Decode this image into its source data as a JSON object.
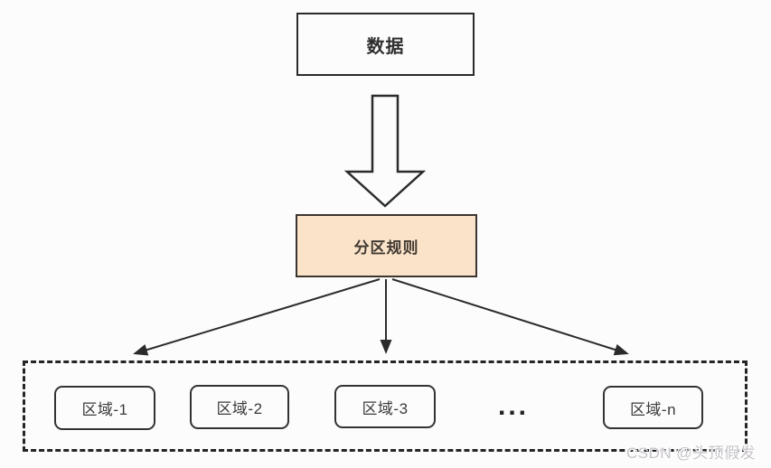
{
  "diagram": {
    "data_box": {
      "label": "数据"
    },
    "rule_box": {
      "label": "分区规则",
      "fill_color": "#fbe3c9",
      "border_color": "#3b352f"
    },
    "regions": [
      {
        "label": "区域-1"
      },
      {
        "label": "区域-2"
      },
      {
        "label": "区域-3"
      },
      {
        "label": "区域-n"
      }
    ],
    "ellipsis": "...",
    "line_color": "#2b2b2b",
    "background_color": "#fdfcfd",
    "watermark": "CSDN @头顶假发"
  }
}
